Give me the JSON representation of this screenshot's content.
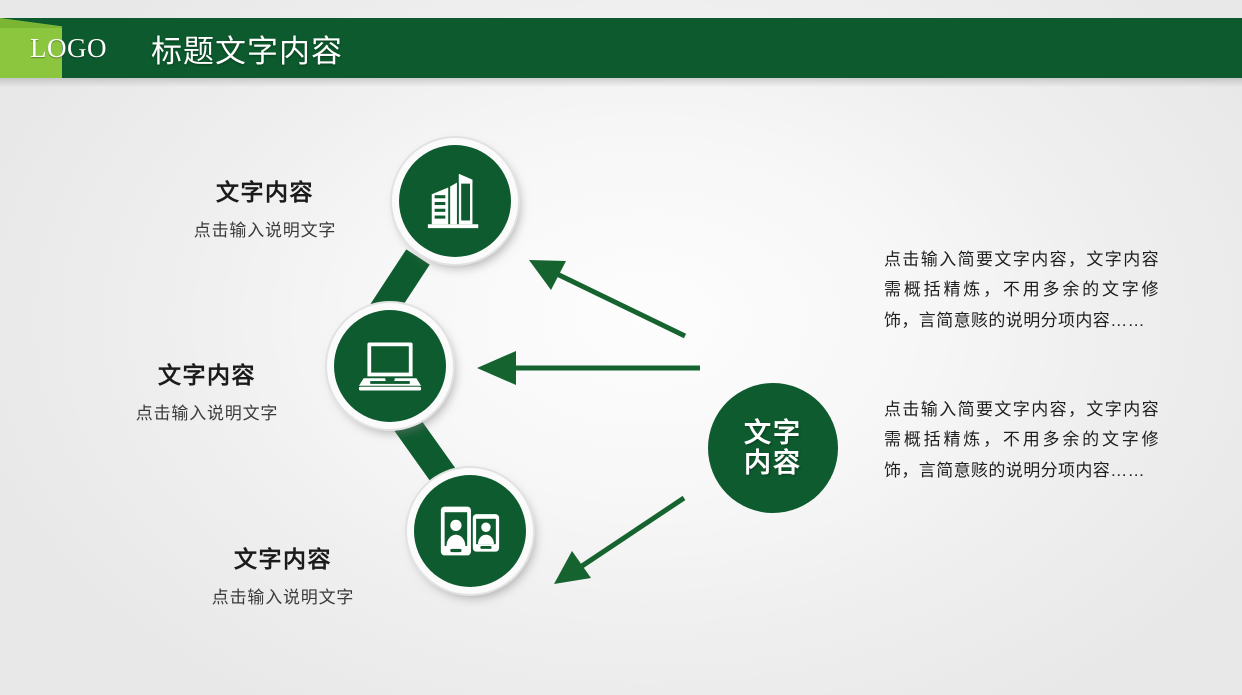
{
  "header": {
    "logo": "LOGO",
    "title": "标题文字内容",
    "bar_color": "#0c5a2d",
    "accent_color": "#8cc63f"
  },
  "theme": {
    "primary_green": "#0d5b2e",
    "arrow_green": "#15632f",
    "background": "#efefef",
    "text_dark": "#1b1b1b"
  },
  "center_node": {
    "line1": "文字",
    "line2": "内容"
  },
  "nodes": [
    {
      "id": "top",
      "icon": "building-icon",
      "title": "文字内容",
      "subtitle": "点击输入说明文字"
    },
    {
      "id": "middle",
      "icon": "laptop-icon",
      "title": "文字内容",
      "subtitle": "点击输入说明文字"
    },
    {
      "id": "bottom",
      "icon": "mobile-contacts-icon",
      "title": "文字内容",
      "subtitle": "点击输入说明文字"
    }
  ],
  "paragraphs": [
    "点击输入简要文字内容，文字内容需概括精炼，不用多余的文字修饰，言简意赅的说明分项内容……",
    "点击输入简要文字内容，文字内容需概括精炼，不用多余的文字修饰，言简意赅的说明分项内容……"
  ]
}
